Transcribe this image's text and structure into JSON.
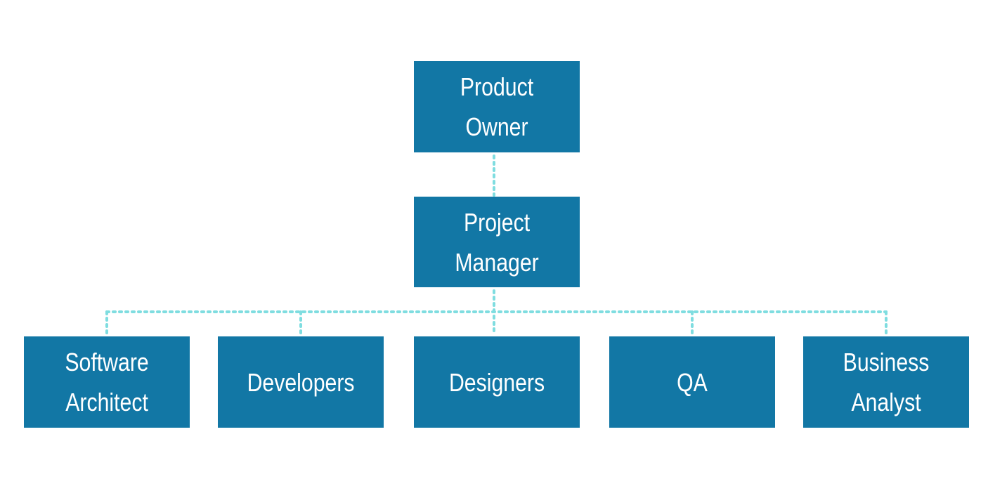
{
  "colors": {
    "box": "#1277a5",
    "connector": "#7fdde0",
    "text": "#ffffff"
  },
  "root": {
    "label": "Product Owner"
  },
  "manager": {
    "label": "Project\nManager"
  },
  "team": [
    {
      "label": "Software\nArchitect"
    },
    {
      "label": "Developers"
    },
    {
      "label": "Designers"
    },
    {
      "label": "QA"
    },
    {
      "label": "Business\nAnalyst"
    }
  ]
}
